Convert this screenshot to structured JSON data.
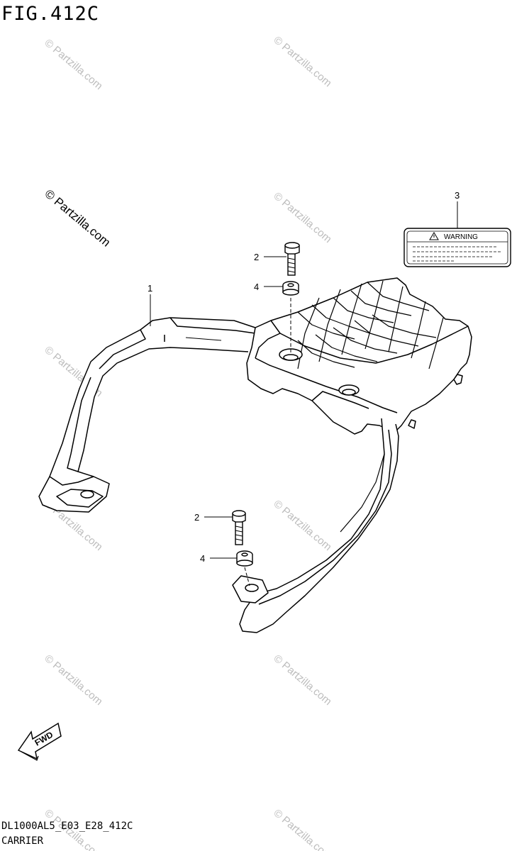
{
  "figure": {
    "title": "FIG.412C",
    "code": "DL1000AL5_E03_E28_412C",
    "name": "CARRIER"
  },
  "watermark": {
    "text": "© Partzilla.com"
  },
  "callouts": {
    "part1": "1",
    "part2_upper": "2",
    "part2_lower": "2",
    "part3": "3",
    "part4_upper": "4",
    "part4_lower": "4"
  },
  "warning_label": {
    "text": "WARNING",
    "icon": "warning-triangle-icon"
  },
  "direction": {
    "text": "FWD",
    "icon": "forward-arrow-icon"
  }
}
